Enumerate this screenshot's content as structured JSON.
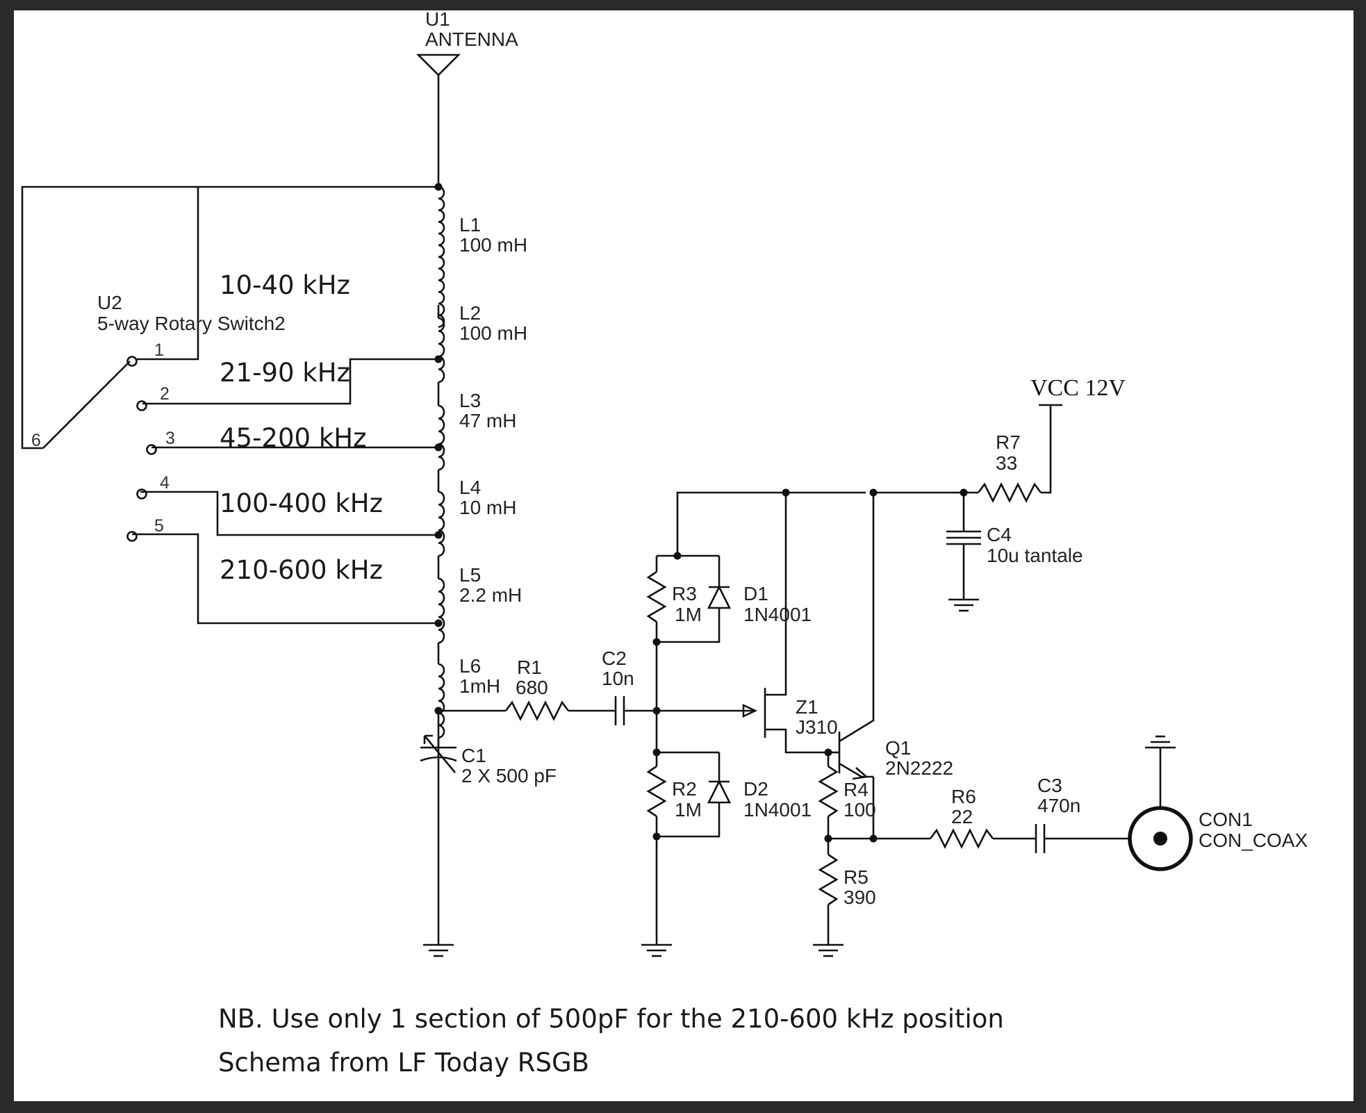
{
  "components": {
    "u1": {
      "ref": "U1",
      "value": "ANTENNA"
    },
    "u2": {
      "ref": "U2",
      "value": "5-way Rotary Switch2"
    },
    "l1": {
      "ref": "L1",
      "value": "100 mH"
    },
    "l2": {
      "ref": "L2",
      "value": "100 mH"
    },
    "l3": {
      "ref": "L3",
      "value": "47 mH"
    },
    "l4": {
      "ref": "L4",
      "value": "10 mH"
    },
    "l5": {
      "ref": "L5",
      "value": "2.2 mH"
    },
    "l6": {
      "ref": "L6",
      "value": "1mH"
    },
    "r1": {
      "ref": "R1",
      "value": "680"
    },
    "c2": {
      "ref": "C2",
      "value": "10n"
    },
    "c1": {
      "ref": "C1",
      "value": "2 X 500 pF"
    },
    "r3": {
      "ref": "R3",
      "value": "1M"
    },
    "d1": {
      "ref": "D1",
      "value": "1N4001"
    },
    "r2": {
      "ref": "R2",
      "value": "1M"
    },
    "d2": {
      "ref": "D2",
      "value": "1N4001"
    },
    "z1": {
      "ref": "Z1",
      "value": "J310"
    },
    "q1": {
      "ref": "Q1",
      "value": "2N2222"
    },
    "r4": {
      "ref": "R4",
      "value": "100"
    },
    "r5": {
      "ref": "R5",
      "value": "390"
    },
    "r6": {
      "ref": "R6",
      "value": "22"
    },
    "c3": {
      "ref": "C3",
      "value": "470n"
    },
    "r7": {
      "ref": "R7",
      "value": "33"
    },
    "c4": {
      "ref": "C4",
      "value": "10u tantale"
    },
    "con1": {
      "ref": "CON1",
      "value": "CON_COAX"
    },
    "vcc": "VCC 12V"
  },
  "switch_pins": [
    "1",
    "2",
    "3",
    "4",
    "5",
    "6"
  ],
  "bands": [
    "10-40 kHz",
    "21-90 kHz",
    "45-200 kHz",
    "100-400 kHz",
    "210-600 kHz"
  ],
  "notes": [
    "NB. Use only 1 section of 500pF for the 210-600 kHz position",
    "Schema from LF Today RSGB"
  ]
}
